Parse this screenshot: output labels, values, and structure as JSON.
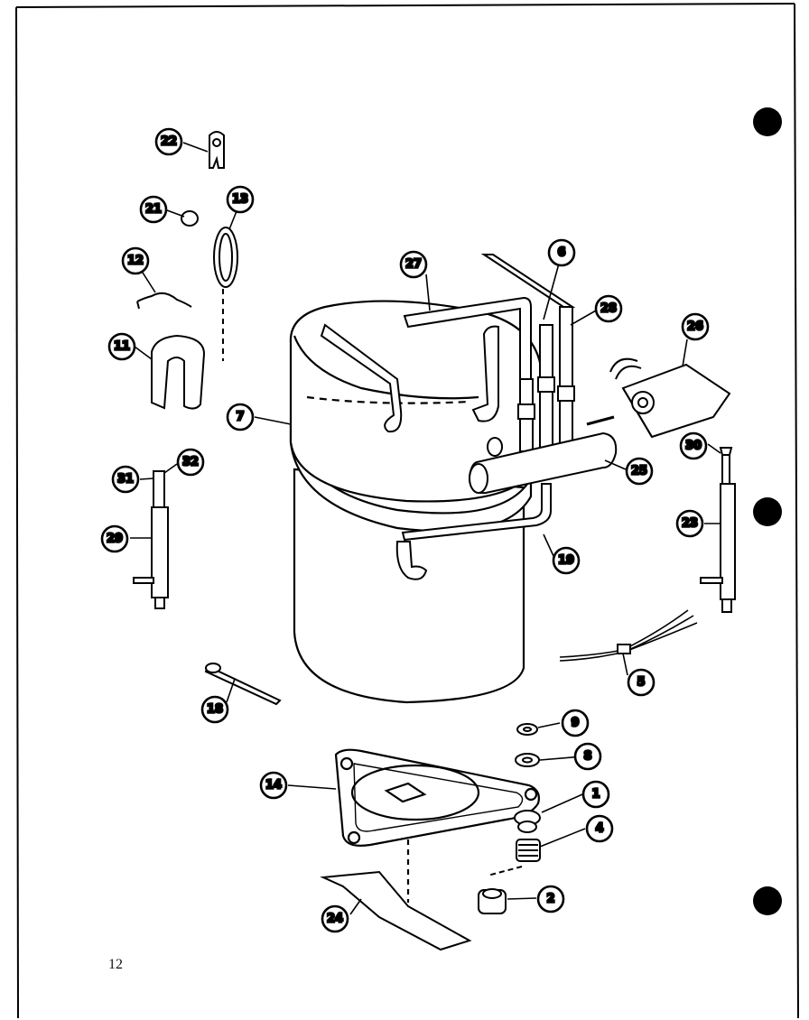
{
  "page": {
    "number": "12"
  },
  "callouts": [
    {
      "id": "1",
      "label": "1"
    },
    {
      "id": "2",
      "label": "2"
    },
    {
      "id": "4",
      "label": "4"
    },
    {
      "id": "5",
      "label": "5"
    },
    {
      "id": "6",
      "label": "6"
    },
    {
      "id": "7",
      "label": "7"
    },
    {
      "id": "8",
      "label": "8"
    },
    {
      "id": "9",
      "label": "9"
    },
    {
      "id": "11",
      "label": "11"
    },
    {
      "id": "12",
      "label": "12"
    },
    {
      "id": "13",
      "label": "13"
    },
    {
      "id": "14",
      "label": "14"
    },
    {
      "id": "18",
      "label": "18"
    },
    {
      "id": "19",
      "label": "19"
    },
    {
      "id": "21",
      "label": "21"
    },
    {
      "id": "22",
      "label": "22"
    },
    {
      "id": "23",
      "label": "23"
    },
    {
      "id": "24",
      "label": "24"
    },
    {
      "id": "25",
      "label": "25"
    },
    {
      "id": "26",
      "label": "26"
    },
    {
      "id": "27",
      "label": "27"
    },
    {
      "id": "28",
      "label": "28"
    },
    {
      "id": "29",
      "label": "29"
    },
    {
      "id": "30",
      "label": "30"
    },
    {
      "id": "31",
      "label": "31"
    },
    {
      "id": "32",
      "label": "32"
    }
  ],
  "colors": {
    "ink": "#000000",
    "paper": "#ffffff",
    "shade": "#f2f2f2"
  }
}
